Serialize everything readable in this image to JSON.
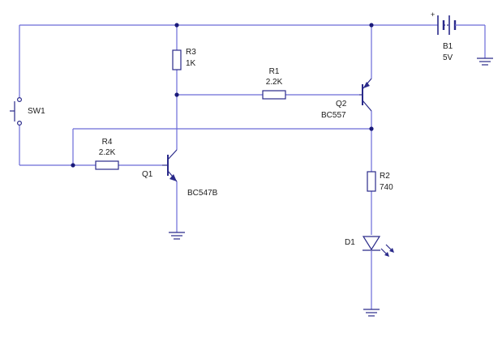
{
  "components": {
    "sw1": {
      "ref": "SW1"
    },
    "r3": {
      "ref": "R3",
      "value": "1K"
    },
    "r1": {
      "ref": "R1",
      "value": "2.2K"
    },
    "r4": {
      "ref": "R4",
      "value": "2.2K"
    },
    "q1": {
      "ref": "Q1",
      "part": "BC547B"
    },
    "q2": {
      "ref": "Q2",
      "part": "BC557"
    },
    "r2": {
      "ref": "R2",
      "value": "740"
    },
    "d1": {
      "ref": "D1"
    },
    "b1": {
      "ref": "B1",
      "value": "5V",
      "polarity": "+"
    }
  },
  "colors": {
    "wire": "#6a6ad8",
    "component": "#2a2a8a",
    "junction": "#1a1a7a",
    "text": "#1a1a1a"
  }
}
